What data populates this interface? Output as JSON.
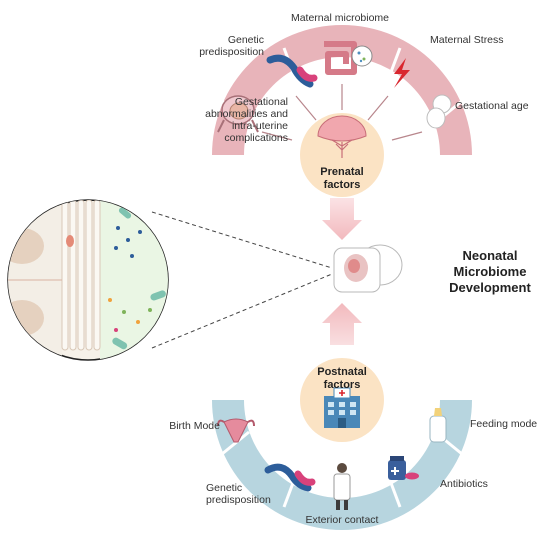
{
  "prenatal": {
    "center_title": "Prenatal factors",
    "items": [
      {
        "label": "Gestational abnormalities and intra-uterine complications",
        "icon": "uterus-fetus-icon"
      },
      {
        "label": "Genetic predisposition",
        "icon": "dna-icon"
      },
      {
        "label": "Maternal microbiome",
        "icon": "intestine-microbiome-icon"
      },
      {
        "label": "Maternal Stress",
        "icon": "lightning-stress-icon"
      },
      {
        "label": "Gestational age",
        "icon": "fetus-icon"
      }
    ]
  },
  "postnatal": {
    "center_title": "Postnatal factors",
    "items": [
      {
        "label": "Birth Mode",
        "icon": "uterus-icon"
      },
      {
        "label": "Genetic predisposition",
        "icon": "dna-icon"
      },
      {
        "label": "Exterior contact",
        "icon": "doctor-icon"
      },
      {
        "label": "Antibiotics",
        "icon": "medicine-icon"
      },
      {
        "label": "Feeding mode",
        "icon": "baby-bottle-icon"
      }
    ]
  },
  "center": {
    "title": "Neonatal Microbiome Development",
    "icon": "newborn-icon"
  },
  "colors": {
    "prenatal_ring": "#e8b4ba",
    "postnatal_ring": "#b7d5df",
    "center_disk": "#fbe3c4",
    "arrow": "#f6c9cc"
  }
}
